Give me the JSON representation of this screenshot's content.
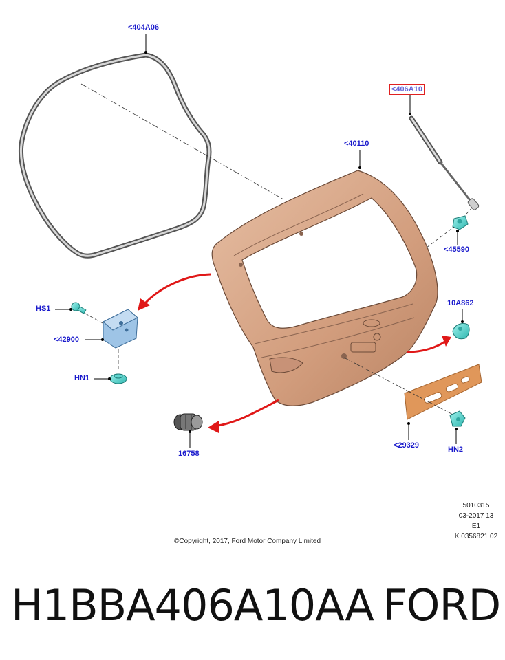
{
  "callouts": {
    "seal": "<404A06",
    "gas_strut": "<406A10",
    "liftgate": "<40110",
    "ball_stud": "<45590",
    "bumper": "10A862",
    "screw_hs1": "HS1",
    "latch": "<42900",
    "nut_hn1": "HN1",
    "handle_switch": "16758",
    "reflector": "<29329",
    "nut_hn2": "HN2"
  },
  "meta": {
    "line1": "5010315",
    "line2": "03-2017 13",
    "line3": "E1",
    "line4": "K 0356821 02"
  },
  "copyright": "©Copyright, 2017, Ford Motor Company Limited",
  "footer": {
    "part_number": "H1BBA406A10AA",
    "brand": "FORD"
  },
  "colors": {
    "callout_text": "#1a1acc",
    "highlight_border": "#e02020",
    "arrow": "#e01818",
    "panel": "#d9a98a",
    "fastener": "#5fd6d0",
    "reflector": "#e0975a"
  }
}
